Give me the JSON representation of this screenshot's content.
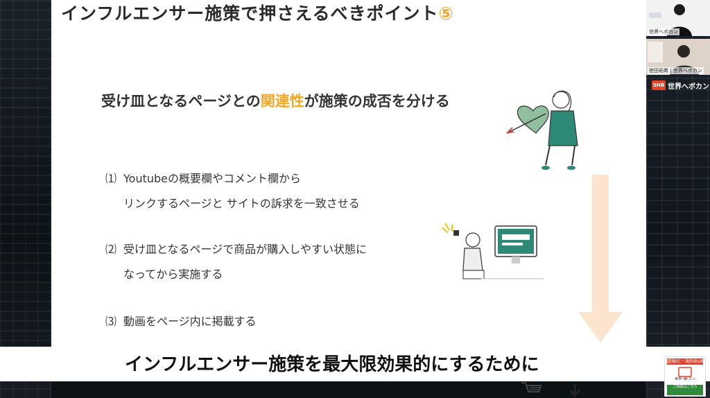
{
  "slide": {
    "title": "インフルエンサー施策で押さえるべきポイント",
    "title_number": "⑤",
    "subtitle_pre": "受け皿となるページとの",
    "subtitle_highlight": "関連性",
    "subtitle_post": "が施策の成否を分ける",
    "points": [
      {
        "num": "⑴",
        "line1": "Youtubeの概要欄やコメント欄から",
        "line2": "リンクするページと サイトの訴求を一致させる"
      },
      {
        "num": "⑵",
        "line1": "受け皿となるページで商品が購入しやすい状態に",
        "line2": "なってから実施する"
      },
      {
        "num": "⑶",
        "line1": "動画をページ内に掲載する",
        "line2": ""
      }
    ],
    "conclusion": "インフルエンサー施策を最大限効果的にするために",
    "colors": {
      "accent": "#f5a623",
      "teal": "#2e8a76",
      "arrow": "#fde4cf"
    }
  },
  "participants": [
    {
      "name": "世界へボカン"
    },
    {
      "name": "徳田祐希 | 世界へボカン"
    }
  ],
  "brand": {
    "logo": "SHB",
    "name": "世界へボカン"
  },
  "ad": {
    "top": "越境EC・海外BtoB",
    "mid": "世界へボカン",
    "bottom": "ご相談はこちら"
  }
}
